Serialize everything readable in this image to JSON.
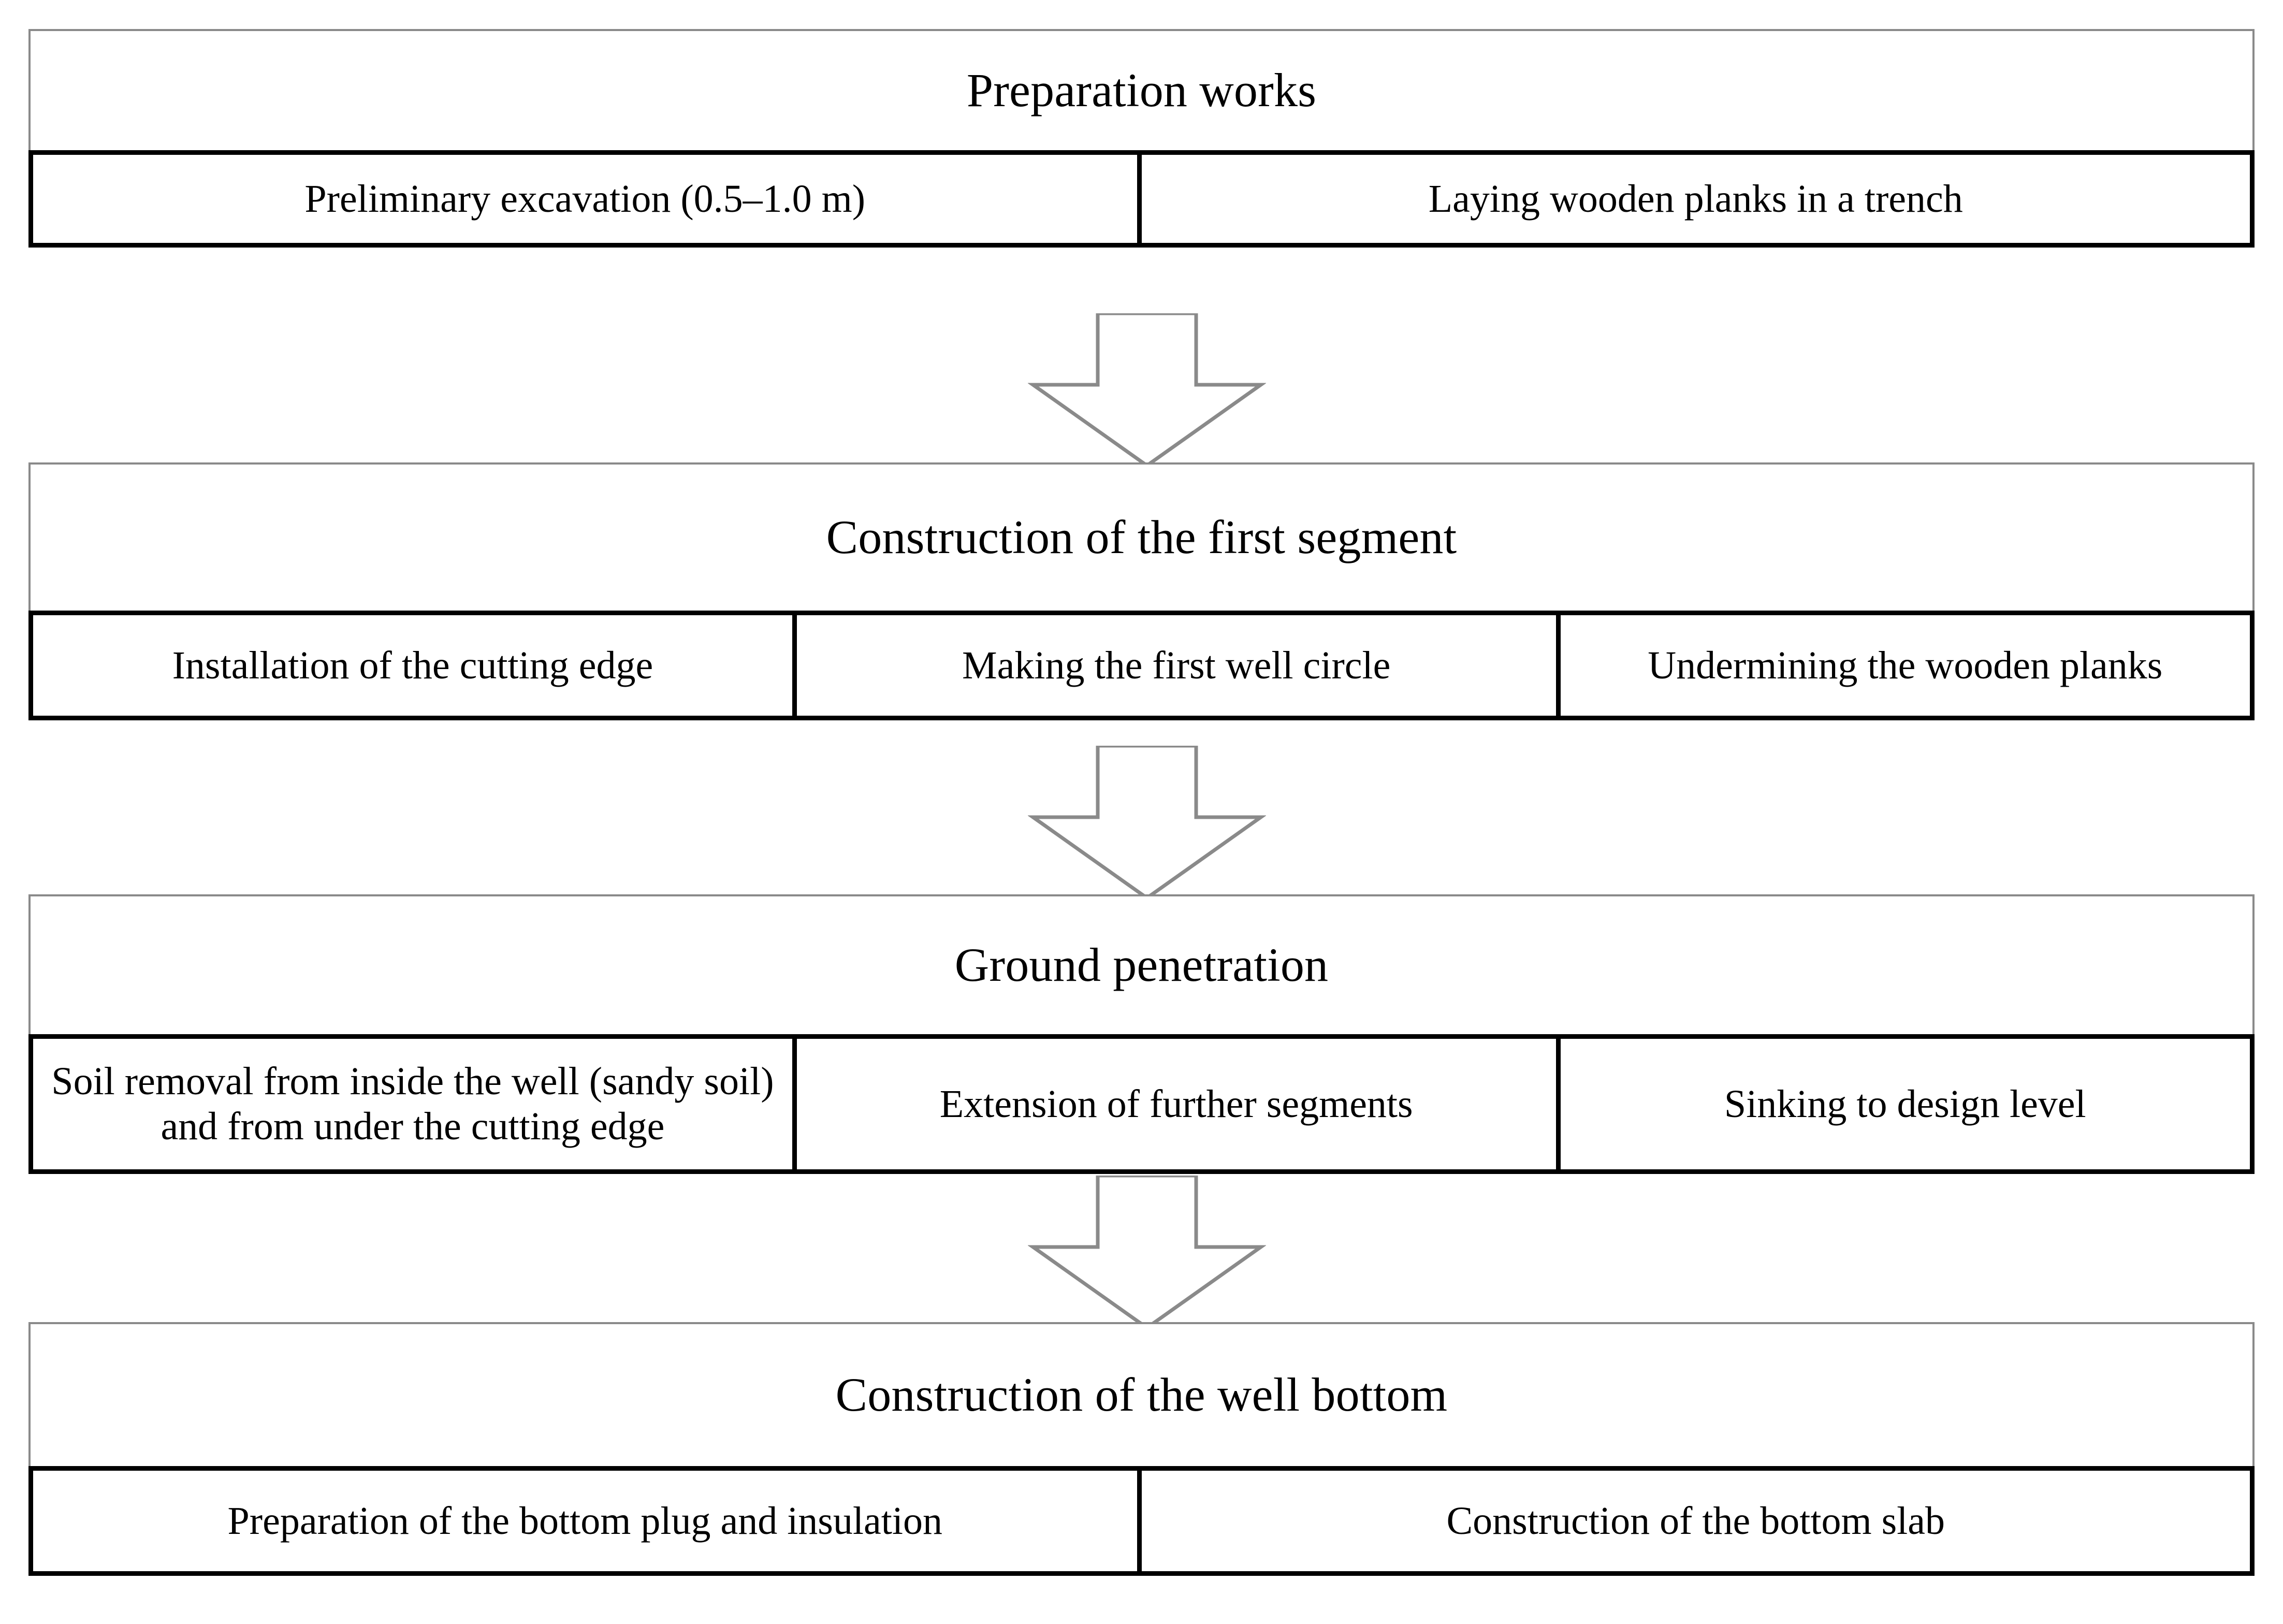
{
  "diagram": {
    "type": "flowchart",
    "orientation": "vertical",
    "title_present": false,
    "colors": {
      "background": "#ffffff",
      "header_border": "#8a8a8a",
      "cell_border": "#000000",
      "arrow_stroke": "#8a8a8a",
      "arrow_fill": "#ffffff",
      "text": "#000000"
    },
    "stages": [
      {
        "id": "preparation-works",
        "header": "Preparation works",
        "cells": [
          "Preliminary excavation (0.5–1.0 m)",
          "Laying wooden planks in a trench"
        ]
      },
      {
        "id": "construction-first-segment",
        "header": "Construction of the first segment",
        "cells": [
          "Installation of the cutting edge",
          "Making the first well circle",
          "Undermining the wooden planks"
        ]
      },
      {
        "id": "ground-penetration",
        "header": "Ground penetration",
        "cells": [
          "Soil removal from inside the well (sandy soil) and from under the cutting edge",
          "Extension of further segments",
          "Sinking to design level"
        ]
      },
      {
        "id": "construction-well-bottom",
        "header": "Construction of the well bottom",
        "cells": [
          "Preparation of the bottom plug and insulation",
          "Construction of the bottom slab"
        ]
      }
    ],
    "connectors": [
      {
        "id": "arrow-1",
        "from": "preparation-works",
        "to": "construction-first-segment",
        "shape": "down-block-arrow"
      },
      {
        "id": "arrow-2",
        "from": "construction-first-segment",
        "to": "ground-penetration",
        "shape": "down-block-arrow"
      },
      {
        "id": "arrow-3",
        "from": "ground-penetration",
        "to": "construction-well-bottom",
        "shape": "down-block-arrow"
      }
    ]
  }
}
